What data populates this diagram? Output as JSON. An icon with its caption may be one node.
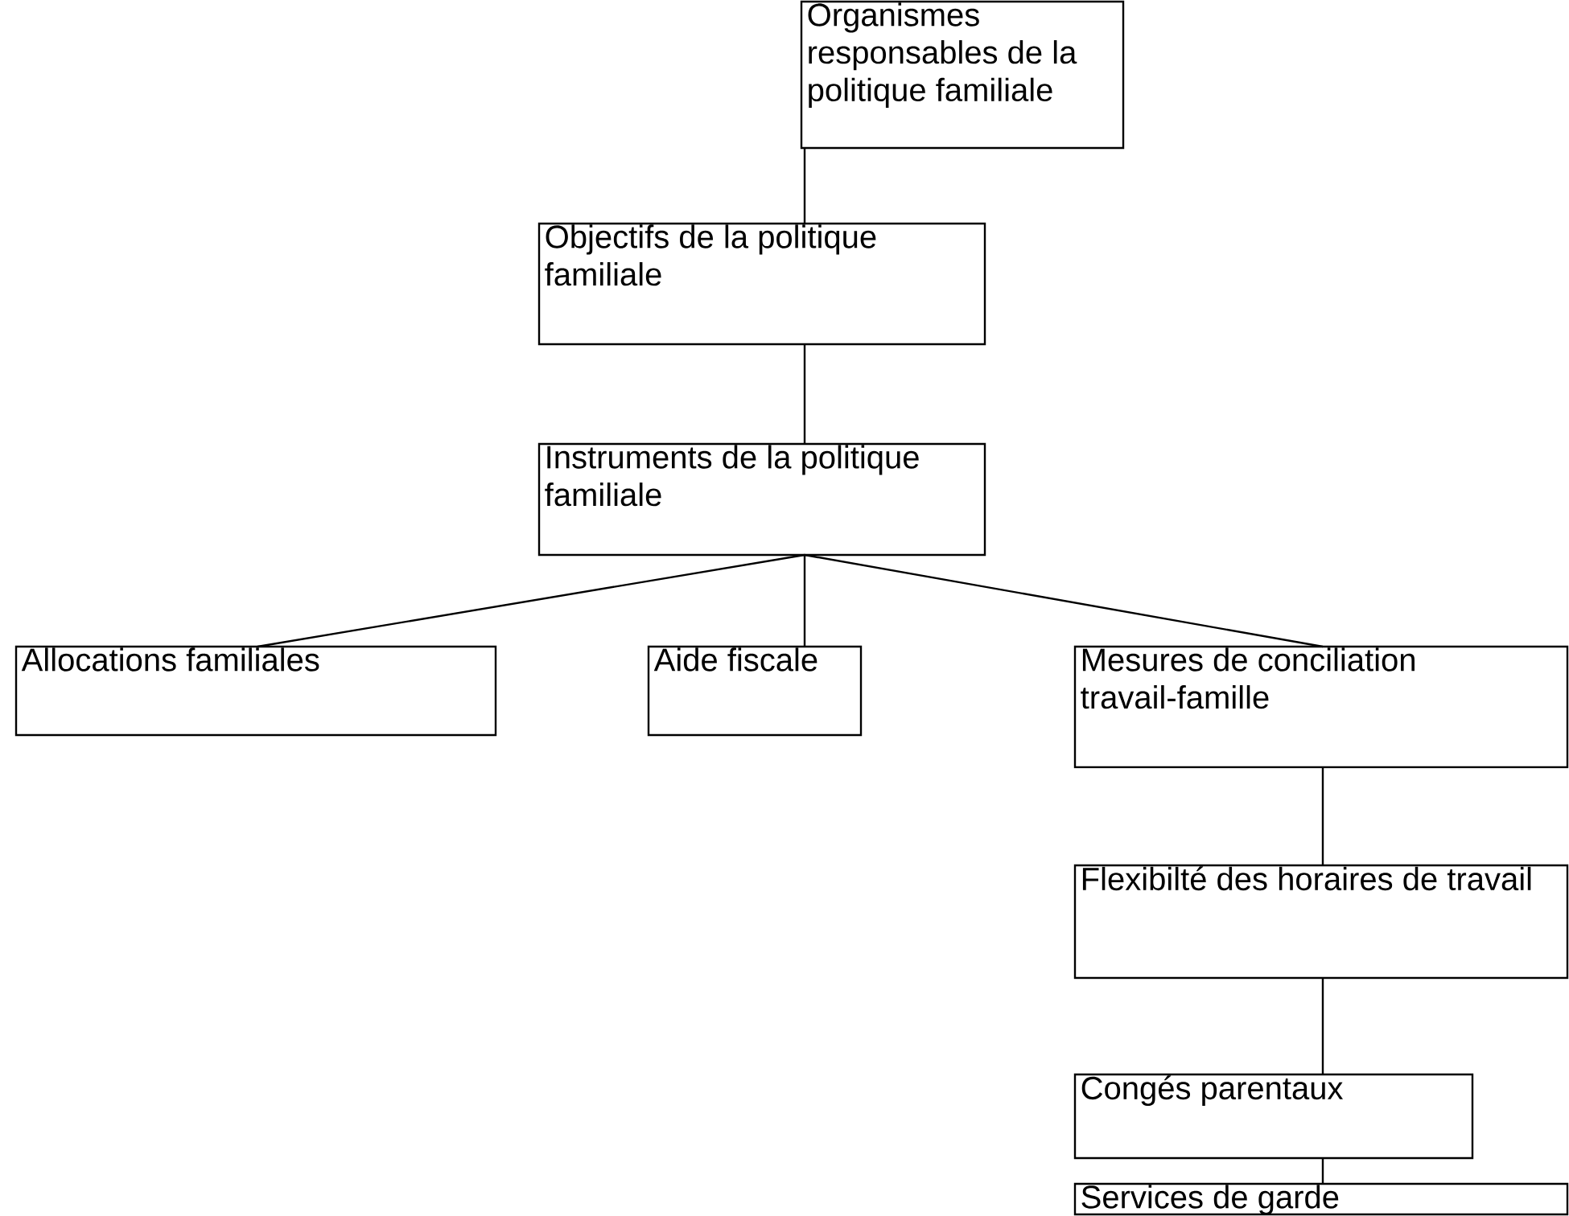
{
  "diagram": {
    "nodes": [
      {
        "text": [
          "Organismes responsables de la politique familiale"
        ]
      },
      {
        "text": [
          "Objectifs de la politique familiale"
        ]
      },
      {
        "text": [
          "Instruments de la politique familiale"
        ]
      },
      {
        "text": [
          "Allocations familiales"
        ]
      },
      {
        "text": [
          "Aide fiscale"
        ]
      },
      {
        "text": [
          "Mesures de conciliation travail-famille"
        ]
      },
      {
        "text": [
          "Flexibilté des horaires de travail"
        ]
      },
      {
        "text": [
          "Congés parentaux"
        ]
      },
      {
        "text": [
          "Services de garde"
        ]
      }
    ],
    "edges": [
      {
        "from": 0,
        "to": 1,
        "arrow": "none"
      },
      {
        "from": 1,
        "to": 2,
        "arrow": "none"
      },
      {
        "from": 2,
        "to": 3,
        "arrow": "none"
      },
      {
        "from": 2,
        "to": 4,
        "arrow": "none"
      },
      {
        "from": 2,
        "to": 5,
        "arrow": "none"
      },
      {
        "from": 5,
        "to": 6,
        "arrow": "none"
      },
      {
        "from": 6,
        "to": 7,
        "arrow": "none"
      },
      {
        "from": 7,
        "to": 8,
        "arrow": "none"
      }
    ]
  }
}
